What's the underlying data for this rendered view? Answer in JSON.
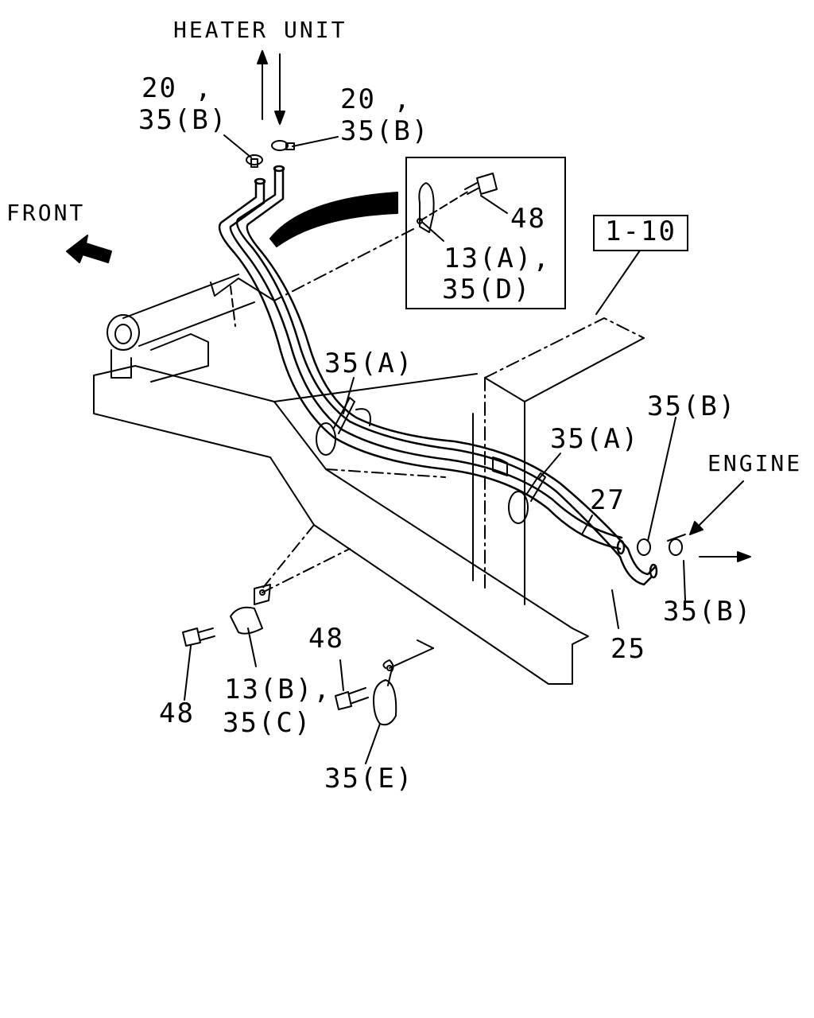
{
  "direction_labels": {
    "heater_unit": "HEATER UNIT",
    "front": "FRONT",
    "engine": "ENGINE"
  },
  "reference": {
    "section": "1-10"
  },
  "callouts": {
    "top_left_a": "20 ,",
    "top_left_b": "35(B)",
    "top_right_a": "20 ,",
    "top_right_b": "35(B)",
    "detail_bolt": "48",
    "detail_clamp_a": "13(A),",
    "detail_clamp_b": "35(D)",
    "clip_left": "35(A)",
    "clip_right": "35(A)",
    "clamp_upper_right": "35(B)",
    "hose_27": "27",
    "clamp_lower_right": "35(B)",
    "hose_25": "25",
    "bolt_lower_left": "48",
    "clamp_lower_a": "13(B),",
    "clamp_lower_b": "35(C)",
    "bolt_lower_mid": "48",
    "clamp_e": "35(E)"
  }
}
